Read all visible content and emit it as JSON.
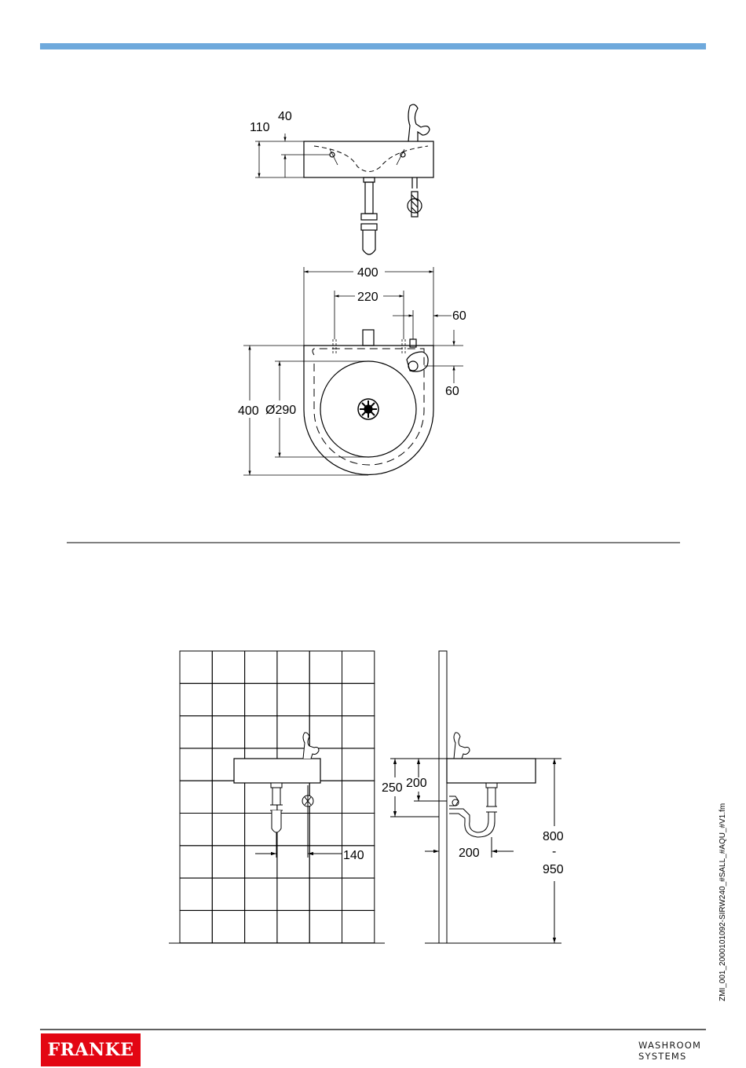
{
  "colors": {
    "header_band": "#6ea9dc",
    "brand_red": "#e30613",
    "line": "#000000"
  },
  "top_view": {
    "dim_overall_height": "110",
    "dim_bowl_depth": "40"
  },
  "plan_view": {
    "dim_width": "400",
    "dim_fixing_spacing": "220",
    "dim_fountain_offset_x": "60",
    "dim_fountain_offset_y": "60",
    "dim_depth": "400",
    "dim_bowl_diameter": "Ø290"
  },
  "installation_front": {
    "dim_valve_offset": "140"
  },
  "installation_side": {
    "dim_supply_height": "250",
    "dim_waste_height": "200",
    "dim_waste_projection": "200",
    "dim_rim_height_min": "800",
    "dim_rim_height_sep": "-",
    "dim_rim_height_max": "950"
  },
  "footer": {
    "logo_text": "FRANKE",
    "division_line1": "WASHROOM",
    "division_line2": "SYSTEMS",
    "file_reference": "ZMI_001_2000101092-SIRW240_#SALL_#AQU_#V1.fm"
  }
}
